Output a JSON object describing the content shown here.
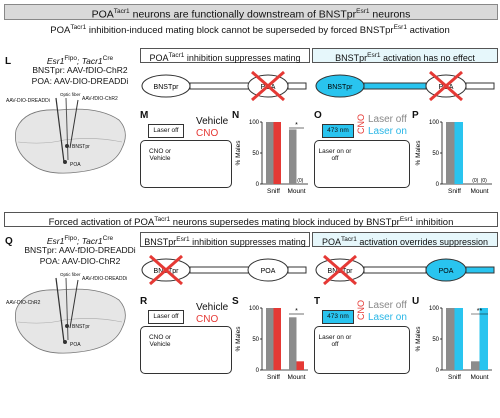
{
  "header": {
    "title_prefix": "POA",
    "title_sup1": "Tacr1",
    "title_mid": " neurons are functionally downstream of BNSTpr",
    "title_sup2": "Esr1",
    "title_suffix": " neurons"
  },
  "section1": {
    "title_prefix": "POA",
    "title_sup1": "Tacr1",
    "title_mid": " inhibition-induced mating block cannot be superseded by forced BNSTpr",
    "title_sup2": "Esr1",
    "title_suffix": " activation",
    "panel_L": {
      "letter": "L",
      "line1_a": "Esr1",
      "line1_sup_a": "Flpo",
      "line1_b": "; Tacr1",
      "line1_sup_b": "Cre",
      "line2": "BNSTpr: AAV-fDIO-ChR2",
      "line3": "POA: AAV-DIO-DREADDi",
      "labels": {
        "left": "AAV-DIO-DREADDi",
        "fiber": "Optic fiber",
        "right": "AAV-fDIO-ChR2",
        "bnst": "BNSTpr",
        "bnst_sup": "Esr1",
        "poa": "POA",
        "poa_sup": "Tacr1"
      }
    },
    "panel_inhib": {
      "title_a": "POA",
      "title_sup": "Tacr1",
      "title_b": " inhibition suppresses mating",
      "node_left": "BNSTpr",
      "node_left_sup": "Esr1",
      "node_right": "POA",
      "node_right_sup": "Tacr1"
    },
    "panel_act": {
      "title_a": "BNSTpr",
      "title_sup": "Esr1",
      "title_b": " activation has no effect",
      "node_left": "BNSTpr",
      "node_left_sup": "Esr1",
      "node_right": "POA",
      "node_right_sup": "Tacr1"
    },
    "panel_M": {
      "letter": "M",
      "laser": "Laser off",
      "inject": "CNO or Vehicle",
      "legend1": "Vehicle",
      "legend2": "CNO"
    },
    "panel_N": {
      "letter": "N",
      "sig": "*",
      "zero": "(0)"
    },
    "panel_O": {
      "letter": "O",
      "laser": "473 nm",
      "inject": "Laser on or off",
      "cno": "CNO",
      "legend1": "Laser off",
      "legend2": "Laser on"
    },
    "panel_P": {
      "letter": "P",
      "zero1": "(0)",
      "zero2": "(0)"
    }
  },
  "section2": {
    "title_a": "Forced activation of POA",
    "title_sup1": "Tacr1",
    "title_b": " neurons supersedes mating block induced by BNSTpr",
    "title_sup2": "Esr1",
    "title_c": " inhibition",
    "panel_Q": {
      "letter": "Q",
      "line1_a": "Esr1",
      "line1_sup_a": "Flpo",
      "line1_b": "; Tacr1",
      "line1_sup_b": "Cre",
      "line2": "BNSTpr: AAV-fDIO-DREADDi",
      "line3": "POA: AAV-DIO-ChR2",
      "labels": {
        "left": "AAV-DIO-ChR2",
        "fiber": "Optic fiber",
        "right": "AAV-fDIO-DREADDi",
        "bnst": "BNSTpr",
        "bnst_sup": "Esr1",
        "poa": "POA",
        "poa_sup": "Tacr1"
      }
    },
    "panel_inhib": {
      "title_a": "BNSTpr",
      "title_sup": "Esr1",
      "title_b": " inhibition suppresses mating",
      "node_left": "BNSTpr",
      "node_left_sup": "Esr1",
      "node_right": "POA",
      "node_right_sup": "Tacr1"
    },
    "panel_act": {
      "title_a": "POA",
      "title_sup": "Tacr1",
      "title_b": " activation overrides suppression",
      "node_left": "BNSTpr",
      "node_left_sup": "Esr1",
      "node_right": "POA",
      "node_right_sup": "Tacr1"
    },
    "panel_R": {
      "letter": "R",
      "laser": "Laser off",
      "inject": "CNO or Vehicle",
      "legend1": "Vehicle",
      "legend2": "CNO"
    },
    "panel_S": {
      "letter": "S",
      "sig": "*"
    },
    "panel_T": {
      "letter": "T",
      "laser": "473 nm",
      "inject": "Laser on or off",
      "cno": "CNO",
      "legend1": "Laser off",
      "legend2": "Laser on"
    },
    "panel_U": {
      "letter": "U",
      "sig": "**"
    }
  },
  "colors": {
    "gray": "#8c8c8c",
    "red": "#e53935",
    "cyan": "#29c4ef",
    "gray_fill": "#d9d9d9"
  },
  "chart_data": [
    {
      "id": "N",
      "type": "bar",
      "categories": [
        "Sniff",
        "Mount"
      ],
      "ylabel": "% Males",
      "ylim": [
        0,
        100
      ],
      "yticks": [
        0,
        50,
        100
      ],
      "series": [
        {
          "name": "Vehicle",
          "values": [
            100,
            88
          ]
        },
        {
          "name": "CNO",
          "values": [
            100,
            0
          ]
        }
      ]
    },
    {
      "id": "P",
      "type": "bar",
      "categories": [
        "Sniff",
        "Mount"
      ],
      "ylabel": "% Males",
      "ylim": [
        0,
        100
      ],
      "yticks": [
        0,
        50,
        100
      ],
      "series": [
        {
          "name": "Laser off",
          "values": [
            100,
            0
          ]
        },
        {
          "name": "Laser on",
          "values": [
            100,
            0
          ]
        }
      ]
    },
    {
      "id": "S",
      "type": "bar",
      "categories": [
        "Sniff",
        "Mount"
      ],
      "ylabel": "% Males",
      "ylim": [
        0,
        100
      ],
      "yticks": [
        0,
        50,
        100
      ],
      "series": [
        {
          "name": "Vehicle",
          "values": [
            100,
            85
          ]
        },
        {
          "name": "CNO",
          "values": [
            100,
            14
          ]
        }
      ]
    },
    {
      "id": "U",
      "type": "bar",
      "categories": [
        "Sniff",
        "Mount"
      ],
      "ylabel": "% Males",
      "ylim": [
        0,
        100
      ],
      "yticks": [
        0,
        50,
        100
      ],
      "series": [
        {
          "name": "Laser off",
          "values": [
            100,
            14
          ]
        },
        {
          "name": "Laser on",
          "values": [
            100,
            100
          ]
        }
      ]
    }
  ]
}
